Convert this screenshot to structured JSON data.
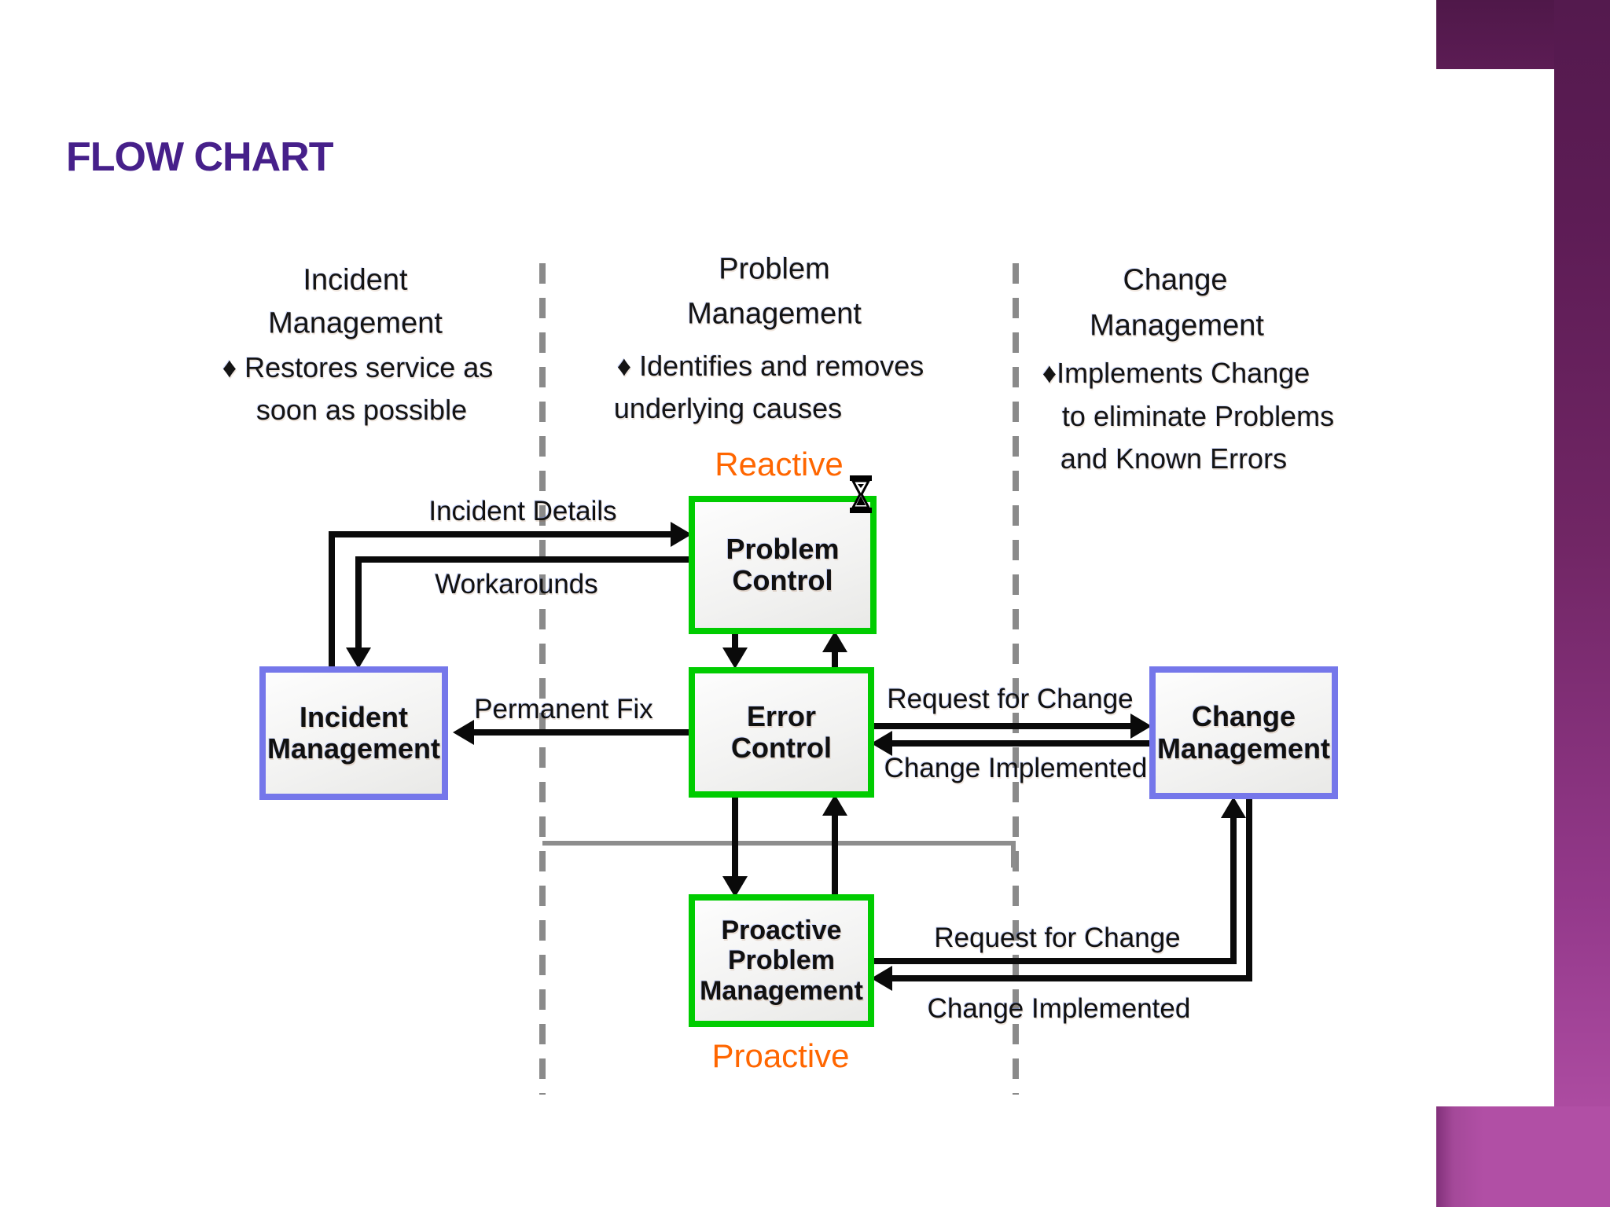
{
  "slide": {
    "title": "FLOW CHART",
    "cursor": "hourglass-wait-cursor"
  },
  "colors": {
    "title_purple": "#46208A",
    "accent_orange": "#FF6600",
    "process_box_green": "#00CC00",
    "management_box_blue": "#7577EA",
    "sidebar_purple_dark": "#541A4E",
    "sidebar_purple_light": "#B14FA5"
  },
  "columns": {
    "incident": {
      "title1": "Incident",
      "title2": "Management",
      "desc1": "♦ Restores service as",
      "desc2": "soon as possible"
    },
    "problem": {
      "title1": "Problem",
      "title2": "Management",
      "desc1": "♦ Identifies and removes",
      "desc2": "underlying causes"
    },
    "change": {
      "title1": "Change",
      "title2": "Management",
      "desc1": "♦Implements Change",
      "desc2": "to eliminate Problems",
      "desc3": "and Known Errors"
    }
  },
  "modes": {
    "reactive": "Reactive",
    "proactive": "Proactive"
  },
  "boxes": {
    "problem_control1": "Problem",
    "problem_control2": "Control",
    "error_control1": "Error",
    "error_control2": "Control",
    "proactive_pm1": "Proactive",
    "proactive_pm2": "Problem",
    "proactive_pm3": "Management",
    "incident_mgmt1": "Incident",
    "incident_mgmt2": "Management",
    "change_mgmt1": "Change",
    "change_mgmt2": "Management"
  },
  "flows": {
    "incident_details": "Incident Details",
    "workarounds": "Workarounds",
    "permanent_fix": "Permanent Fix",
    "request_for_change_top": "Request for Change",
    "change_implemented_top": "Change Implemented",
    "request_for_change_bottom": "Request for Change",
    "change_implemented_bottom": "Change Implemented"
  }
}
